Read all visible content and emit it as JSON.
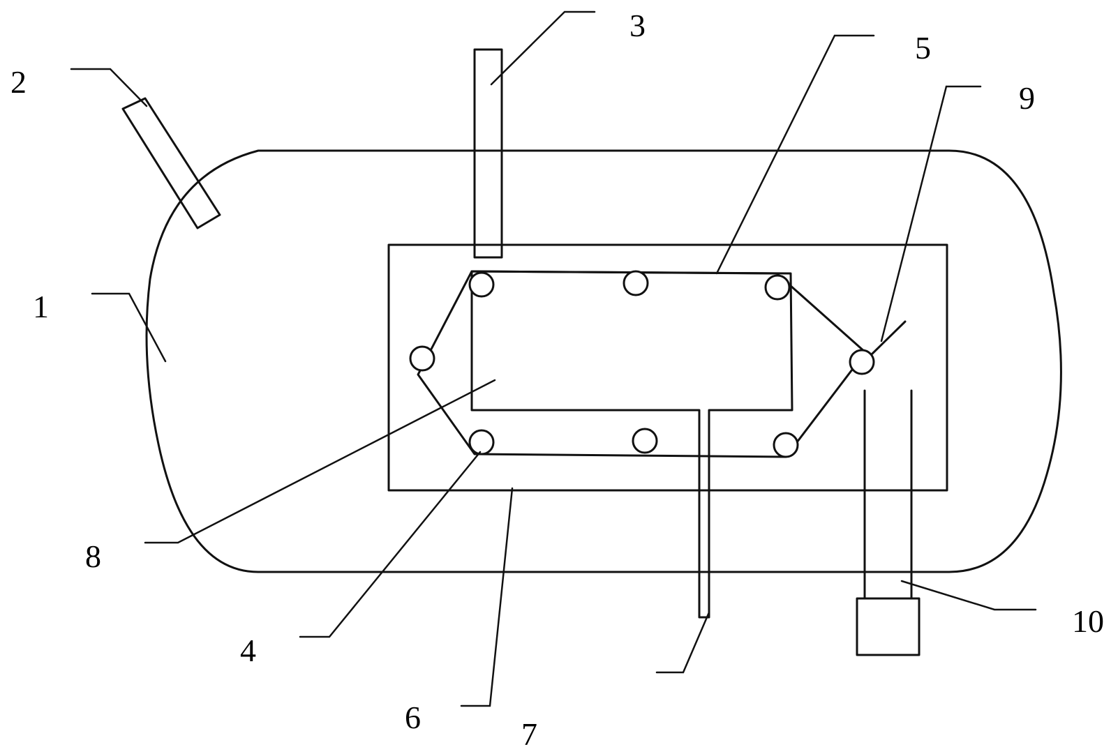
{
  "labels": {
    "l1": "1",
    "l2": "2",
    "l3": "3",
    "l4": "4",
    "l5": "5",
    "l6": "6",
    "l7": "7",
    "l8": "8",
    "l9": "9",
    "l10": "10"
  },
  "colors": {
    "line": "#111111",
    "background": "#ffffff"
  }
}
